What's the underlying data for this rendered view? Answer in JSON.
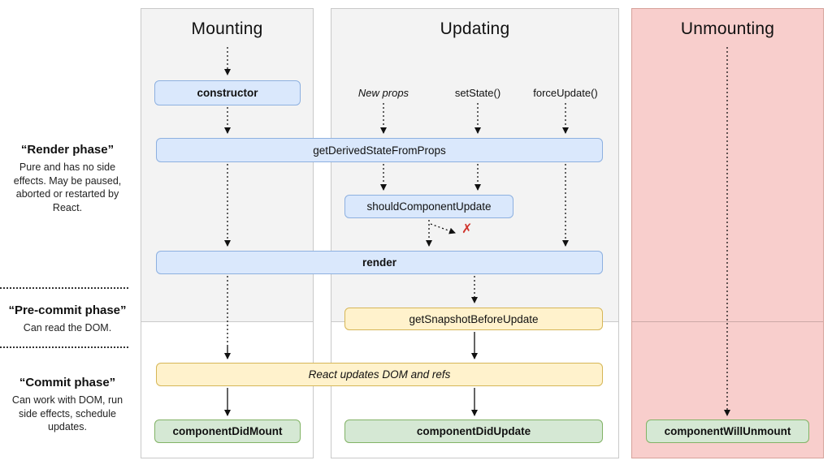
{
  "phases": {
    "render": {
      "title": "“Render phase”",
      "desc": "Pure and has no side effects. May be paused, aborted or restarted by React."
    },
    "precommit": {
      "title": "“Pre-commit phase”",
      "desc": "Can read the DOM."
    },
    "commit": {
      "title": "“Commit phase”",
      "desc": "Can work with DOM, run side effects, schedule updates."
    }
  },
  "columns": {
    "mounting": {
      "title": "Mounting"
    },
    "updating": {
      "title": "Updating",
      "triggers": [
        "New props",
        "setState()",
        "forceUpdate()"
      ]
    },
    "unmounting": {
      "title": "Unmounting"
    }
  },
  "boxes": {
    "constructor": "constructor",
    "getDerivedStateFromProps": "getDerivedStateFromProps",
    "shouldComponentUpdate": "shouldComponentUpdate",
    "render": "render",
    "getSnapshotBeforeUpdate": "getSnapshotBeforeUpdate",
    "reactUpdates": "React updates DOM and refs",
    "componentDidMount": "componentDidMount",
    "componentDidUpdate": "componentDidUpdate",
    "componentWillUnmount": "componentWillUnmount"
  },
  "marks": {
    "no_update": "✗"
  },
  "colors": {
    "box_blue": "#dae8fc",
    "box_yellow": "#fff2cc",
    "box_green": "#d5e8d4",
    "unmount_bg": "#f8cecc",
    "column_bg": "#f3f3f3",
    "x_red": "#d0342c"
  }
}
